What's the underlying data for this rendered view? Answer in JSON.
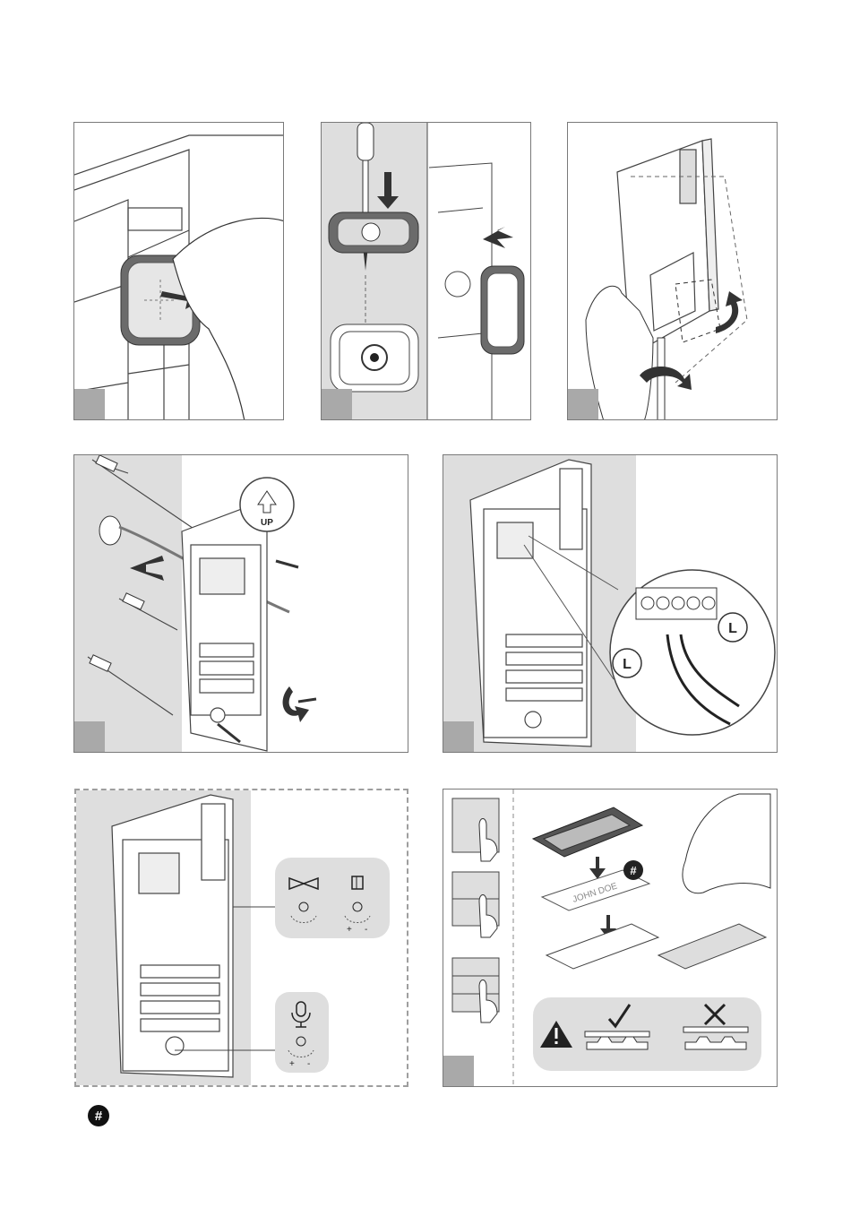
{
  "panel_4": {
    "up_label": "UP"
  },
  "panel_5": {
    "wire_label_left": "L",
    "wire_label_right": "L"
  },
  "panel_6": {
    "plus_left": "+",
    "minus_left": "-",
    "plus_right": "+",
    "minus_right": "-",
    "plus_mic": "+",
    "minus_mic": "-"
  },
  "panel_7": {
    "name_card": "JOHN DOE",
    "hash_symbol": "#"
  },
  "footer": {
    "hash_symbol": "#"
  },
  "icons": {
    "speaker": "speaker-volume-icon",
    "door": "door-lock-icon",
    "mic": "microphone-icon",
    "warning": "warning-icon",
    "check": "check-icon",
    "cross": "cross-icon",
    "hash": "hash-icon"
  },
  "colors": {
    "step_marker": "#a9a9a9",
    "shade": "#dedede",
    "line": "#444444"
  }
}
